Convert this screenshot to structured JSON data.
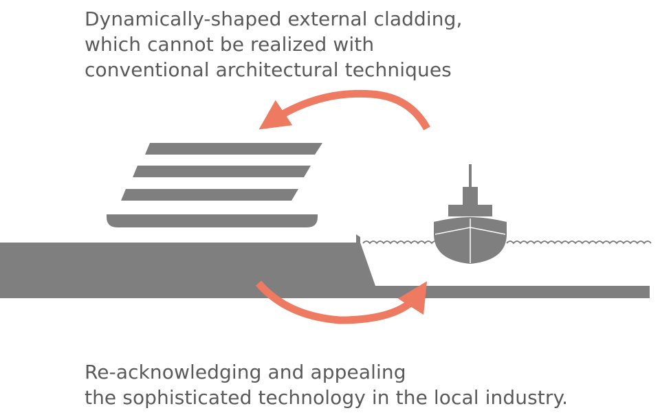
{
  "top_caption": {
    "lines": [
      "Dynamically-shaped external cladding,",
      "which cannot be realized with",
      "conventional architectural techniques"
    ]
  },
  "bottom_caption": {
    "lines": [
      "Re-acknowledging and appealing",
      "the sophisticated technology in the local industry."
    ]
  },
  "colors": {
    "shape_gray": "#7f7f7f",
    "arrow_coral": "#ee7a62",
    "text_gray": "#595959",
    "background": "#ffffff"
  },
  "icons": {
    "building": "building-cladding-icon",
    "ship": "ship-icon",
    "waves": "water-waves-icon"
  }
}
